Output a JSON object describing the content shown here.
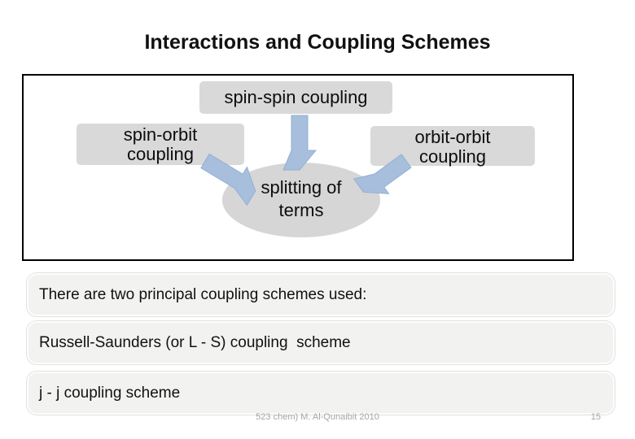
{
  "slide": {
    "title": "Interactions and Coupling Schemes",
    "diagram": {
      "top_box": "spin-spin coupling",
      "left_box": {
        "line1": "spin-orbit",
        "line2": "coupling"
      },
      "right_box": {
        "line1": "orbit-orbit",
        "line2": "coupling"
      },
      "center_ellipse": {
        "line1": "splitting of",
        "line2": "terms"
      }
    },
    "statements": [
      "There are two principal coupling schemes used:",
      "Russell-Saunders (or L - S) coupling  scheme",
      "j - j coupling scheme"
    ],
    "footer": {
      "credit": "523 chem) M. Al-Qunaibit 2010",
      "page_number": "15"
    },
    "colors": {
      "shape_fill": "#d9d9d9",
      "arrow_blue": "#a7bfdd",
      "arrow_edge": "#93afd2",
      "bar_fill": "#f2f2f0",
      "diagram_border": "#000000",
      "footer_text": "#a6a6a4"
    }
  }
}
